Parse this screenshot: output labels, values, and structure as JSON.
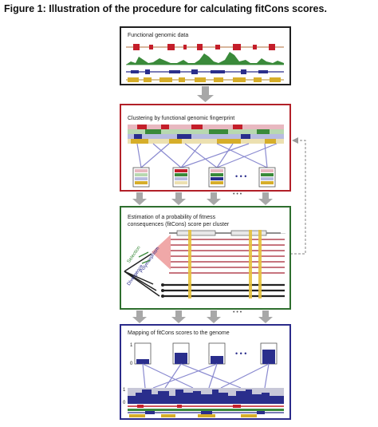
{
  "figure": {
    "title": "Figure 1: Illustration of the procedure for calculating fitCons scores."
  },
  "panels": [
    {
      "key": "genomic-data",
      "label": "Functional genomic data",
      "border_color": "#1f1f1f"
    },
    {
      "key": "clustering",
      "label": "Clustering by functional genomic fingerprint",
      "border_color": "#b22028"
    },
    {
      "key": "estimation",
      "label_line1": "Estimation of a probability of fitness",
      "label_line2": "consequences (fitCons) score per cluster",
      "border_color": "#2e6e2e"
    },
    {
      "key": "mapping",
      "label": "Mapping of fitCons scores to the genome",
      "border_color": "#2b2b8a"
    }
  ],
  "ellipsis": "• • •",
  "estimation_labels": {
    "selection": "Selection",
    "polymorphism": "Polymorphism",
    "divergence": "Divergence"
  },
  "axis_labels": {
    "one": "1",
    "zero": "0"
  },
  "colors": {
    "red": "#c41e2a",
    "green": "#3a8a3a",
    "blue": "#2a2e8c",
    "gold": "#d6ae2a",
    "gray_arrow": "#a8a8a8",
    "lavender": "#8a8ad0"
  }
}
